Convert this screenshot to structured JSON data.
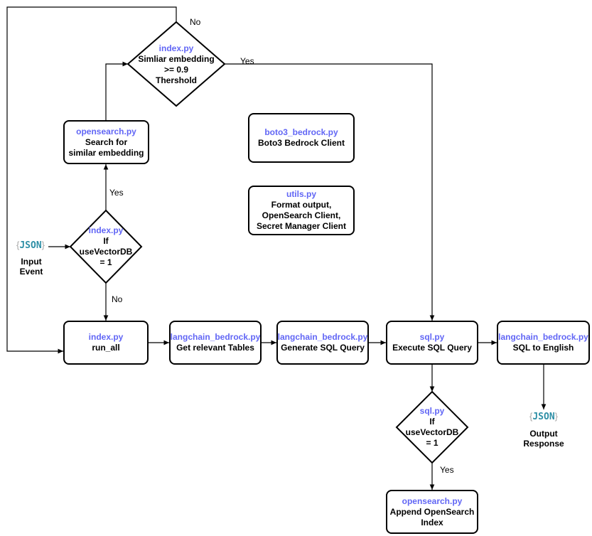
{
  "nodes": {
    "decision_similarity": {
      "file": "index.py",
      "lines": [
        "Simliar embedding",
        ">= 0.9",
        "Thershold"
      ]
    },
    "opensearch_search": {
      "file": "opensearch.py",
      "lines": [
        "Search for",
        "similar embedding"
      ]
    },
    "boto3_bedrock": {
      "file": "boto3_bedrock.py",
      "lines": [
        "Boto3 Bedrock Client"
      ]
    },
    "utils": {
      "file": "utils.py",
      "lines": [
        "Format output,",
        "OpenSearch Client,",
        "Secret Manager Client"
      ]
    },
    "decision_vector_index": {
      "file": "index.py",
      "lines": [
        "If",
        "useVectorDB",
        "= 1"
      ]
    },
    "run_all": {
      "file": "index.py",
      "lines": [
        "run_all"
      ]
    },
    "get_tables": {
      "file": "langchain_bedrock.py",
      "lines": [
        "Get relevant Tables"
      ]
    },
    "gen_sql": {
      "file": "langchain_bedrock.py",
      "lines": [
        "Generate SQL Query"
      ]
    },
    "exec_sql": {
      "file": "sql.py",
      "lines": [
        "Execute SQL Query"
      ]
    },
    "sql_english": {
      "file": "langchain_bedrock.py",
      "lines": [
        "SQL to English"
      ]
    },
    "decision_vector_sql": {
      "file": "sql.py",
      "lines": [
        "If",
        "useVectorDB",
        "= 1"
      ]
    },
    "append_index": {
      "file": "opensearch.py",
      "lines": [
        "Append OpenSearch",
        "Index"
      ]
    }
  },
  "inputs": {
    "input_event": {
      "badge": "JSON",
      "lines": [
        "Input",
        "Event"
      ]
    },
    "output_response": {
      "badge": "JSON",
      "lines": [
        "Output",
        "Response"
      ]
    }
  },
  "edge_labels": {
    "no_top": "No",
    "yes_right": "Yes",
    "yes_search": "Yes",
    "no_down": "No",
    "yes_append": "Yes"
  },
  "colors": {
    "file_name": "#6166f5",
    "json_text": "#2e8fa6",
    "brace": "#a7a7a7",
    "stroke": "#000000"
  }
}
